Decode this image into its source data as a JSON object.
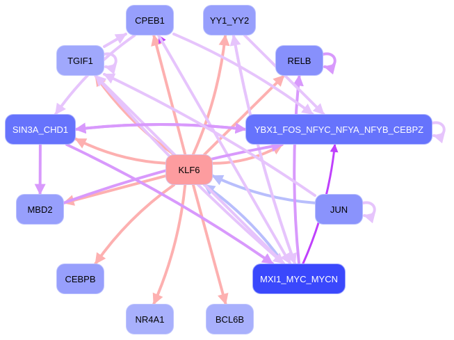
{
  "graph": {
    "nodes": [
      {
        "id": "CPEB1",
        "label": "CPEB1",
        "color": "#979ffc",
        "text": "light"
      },
      {
        "id": "YY1_YY2",
        "label": "YY1_YY2",
        "color": "#979ffc",
        "text": "light"
      },
      {
        "id": "TGIF1",
        "label": "TGIF1",
        "color": "#a0a8fc",
        "text": "light"
      },
      {
        "id": "RELB",
        "label": "RELB",
        "color": "#8790fc",
        "text": "light"
      },
      {
        "id": "SIN3A_CHD1",
        "label": "SIN3A_CHD1",
        "color": "#6673fc",
        "text": "dark"
      },
      {
        "id": "YBX1",
        "label": "YBX1_FOS_NFYC_NFYA_NFYB_CEBPZ",
        "color": "#6673fc",
        "text": "dark"
      },
      {
        "id": "KLF6",
        "label": "KLF6",
        "color": "#fd9c9f",
        "text": "light"
      },
      {
        "id": "MBD2",
        "label": "MBD2",
        "color": "#979ffc",
        "text": "light"
      },
      {
        "id": "JUN",
        "label": "JUN",
        "color": "#8a93fc",
        "text": "light"
      },
      {
        "id": "CEBPB",
        "label": "CEBPB",
        "color": "#979ffc",
        "text": "light"
      },
      {
        "id": "MXI1",
        "label": "MXI1_MYC_MYCN",
        "color": "#3a48fc",
        "text": "dark"
      },
      {
        "id": "NR4A1",
        "label": "NR4A1",
        "color": "#a8b0fc",
        "text": "light"
      },
      {
        "id": "BCL6B",
        "label": "BCL6B",
        "color": "#a8b0fc",
        "text": "light"
      }
    ],
    "edge_colors": {
      "pink": "#fdb0b0",
      "lavender": "#e6c4fc",
      "violet": "#d899fc",
      "purple": "#bf40fc",
      "blue": "#b8befc"
    },
    "edges": [
      {
        "from": "KLF6",
        "to": "CPEB1",
        "color": "pink"
      },
      {
        "from": "KLF6",
        "to": "YY1_YY2",
        "color": "pink"
      },
      {
        "from": "KLF6",
        "to": "TGIF1",
        "color": "pink"
      },
      {
        "from": "KLF6",
        "to": "RELB",
        "color": "pink"
      },
      {
        "from": "KLF6",
        "to": "SIN3A_CHD1",
        "color": "pink"
      },
      {
        "from": "KLF6",
        "to": "YBX1",
        "color": "pink"
      },
      {
        "from": "KLF6",
        "to": "MBD2",
        "color": "pink"
      },
      {
        "from": "KLF6",
        "to": "CEBPB",
        "color": "pink"
      },
      {
        "from": "KLF6",
        "to": "NR4A1",
        "color": "pink"
      },
      {
        "from": "KLF6",
        "to": "BCL6B",
        "color": "pink"
      },
      {
        "from": "JUN",
        "to": "KLF6",
        "color": "blue"
      },
      {
        "from": "MXI1",
        "to": "KLF6",
        "color": "blue"
      },
      {
        "from": "MXI1",
        "to": "CPEB1",
        "color": "purple"
      },
      {
        "from": "MXI1",
        "to": "YBX1",
        "color": "purple"
      },
      {
        "from": "MXI1",
        "to": "YY1_YY2",
        "color": "lavender"
      },
      {
        "from": "MXI1",
        "to": "TGIF1",
        "color": "lavender"
      },
      {
        "from": "MXI1",
        "to": "RELB",
        "color": "violet"
      },
      {
        "from": "TGIF1",
        "to": "MXI1",
        "color": "lavender"
      },
      {
        "from": "CPEB1",
        "to": "MXI1",
        "color": "lavender"
      },
      {
        "from": "YY1_YY2",
        "to": "MXI1",
        "color": "lavender"
      },
      {
        "from": "SIN3A_CHD1",
        "to": "MXI1",
        "color": "violet"
      },
      {
        "from": "SIN3A_CHD1",
        "to": "MBD2",
        "color": "violet"
      },
      {
        "from": "SIN3A_CHD1",
        "to": "YBX1",
        "color": "violet"
      },
      {
        "from": "YBX1",
        "to": "SIN3A_CHD1",
        "color": "violet"
      },
      {
        "from": "TGIF1",
        "to": "CPEB1",
        "color": "lavender"
      },
      {
        "from": "CPEB1",
        "to": "SIN3A_CHD1",
        "color": "lavender"
      },
      {
        "from": "CPEB1",
        "to": "YBX1",
        "color": "lavender"
      },
      {
        "from": "YY1_YY2",
        "to": "YBX1",
        "color": "lavender"
      },
      {
        "from": "MBD2",
        "to": "YBX1",
        "color": "violet"
      },
      {
        "from": "JUN",
        "to": "TGIF1",
        "color": "lavender"
      },
      {
        "from": "TGIF1",
        "to": "TGIF1",
        "color": "lavender"
      },
      {
        "from": "RELB",
        "to": "RELB",
        "color": "violet"
      },
      {
        "from": "YBX1",
        "to": "YBX1",
        "color": "lavender"
      },
      {
        "from": "JUN",
        "to": "JUN",
        "color": "lavender"
      }
    ]
  }
}
